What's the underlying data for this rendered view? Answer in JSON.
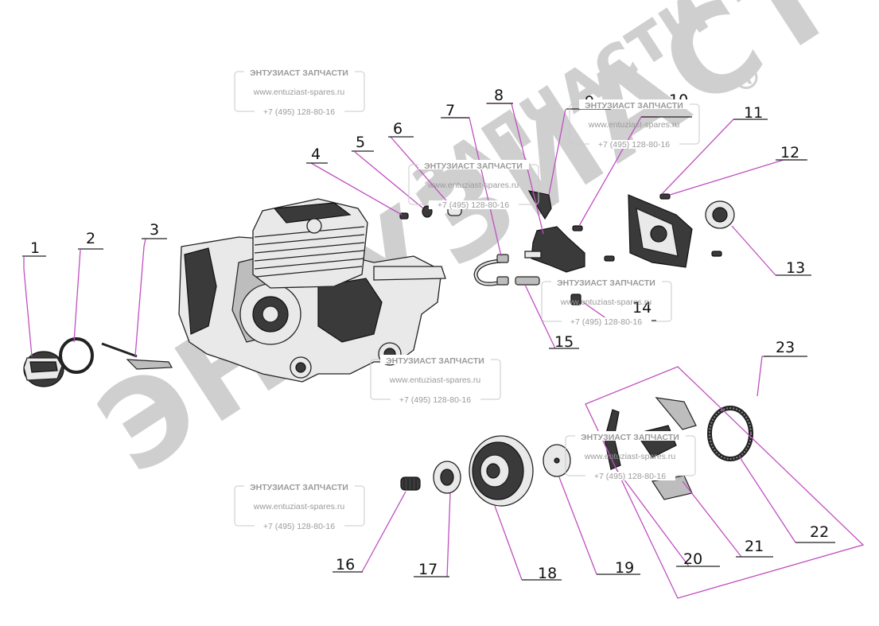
{
  "watermark": {
    "big_text": "ЭНТУЗИАСТ",
    "small_text": "ЗАПЧАСТИ",
    "registered_mark": "®"
  },
  "watermark_boxes": [
    {
      "title": "ЭНТУЗИАСТ ЗАПЧАСТИ",
      "url": "www.entuziast-spares.ru",
      "phone": "+7 (495) 128-80-16"
    },
    {
      "title": "ЭНТУЗИАСТ ЗАПЧАСТИ",
      "url": "www.entuziast-spares.ru",
      "phone": "+7 (495) 128-80-16"
    },
    {
      "title": "ЭНТУЗИАСТ ЗАПЧАСТИ",
      "url": "www.entuziast-spares.ru",
      "phone": "+7 (495) 128-80-16"
    },
    {
      "title": "ЭНТУЗИАСТ ЗАПЧАСТИ",
      "url": "www.entuziast-spares.ru",
      "phone": "+7 (495) 128-80-16"
    },
    {
      "title": "ЭНТУЗИАСТ ЗАПЧАСТИ",
      "url": "www.entuziast-spares.ru",
      "phone": "+7 (495) 128-80-16"
    },
    {
      "title": "ЭНТУЗИАСТ ЗАПЧАСТИ",
      "url": "www.entuziast-spares.ru",
      "phone": "+7 (495) 128-80-16"
    },
    {
      "title": "ЭНТУЗИАСТ ЗАПЧАСТИ",
      "url": "www.entuziast-spares.ru",
      "phone": "+7 (495) 128-80-16"
    }
  ],
  "callouts": [
    "1",
    "2",
    "3",
    "4",
    "5",
    "6",
    "7",
    "8",
    "9",
    "10",
    "11",
    "12",
    "13",
    "14",
    "15",
    "16",
    "17",
    "18",
    "19",
    "20",
    "21",
    "22",
    "23"
  ]
}
